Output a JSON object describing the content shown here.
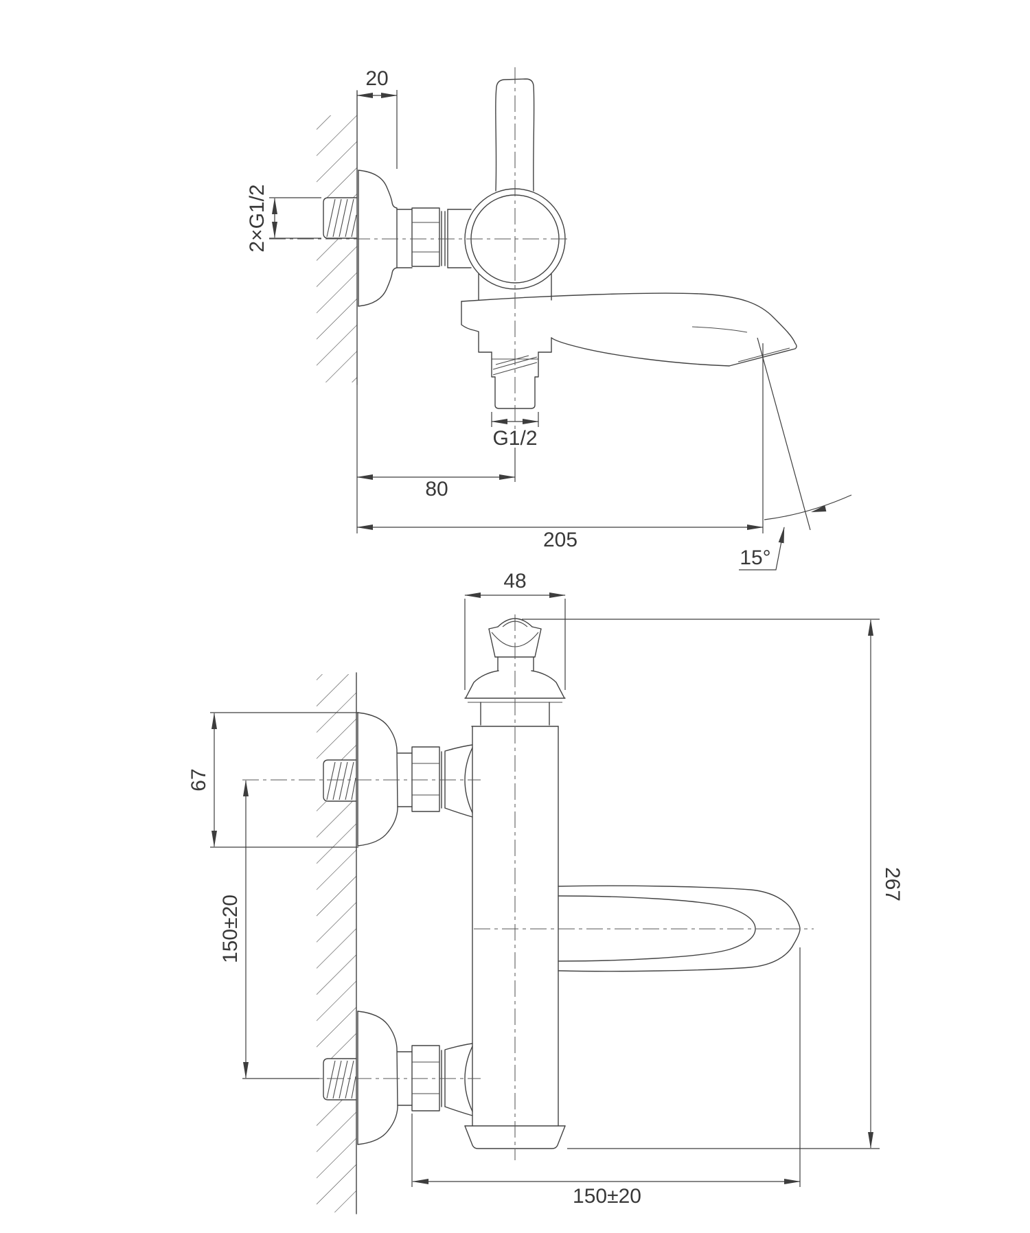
{
  "drawing": {
    "kind": "bath-mixer-technical-dimension-drawing",
    "background": "#ffffff",
    "line_color": "#424242",
    "text_color": "#383838",
    "side_view": {
      "wall_offset": "20",
      "wall_thread": "2×G1/2",
      "spout_thread": "G1/2",
      "center_depth": "80",
      "total_depth": "205",
      "aerator_angle": "15°"
    },
    "front_view": {
      "head_width": "48",
      "escutcheon_diameter": "67",
      "connection_spacing": "150±20",
      "total_height": "267",
      "spout_reach": "150±20"
    }
  }
}
